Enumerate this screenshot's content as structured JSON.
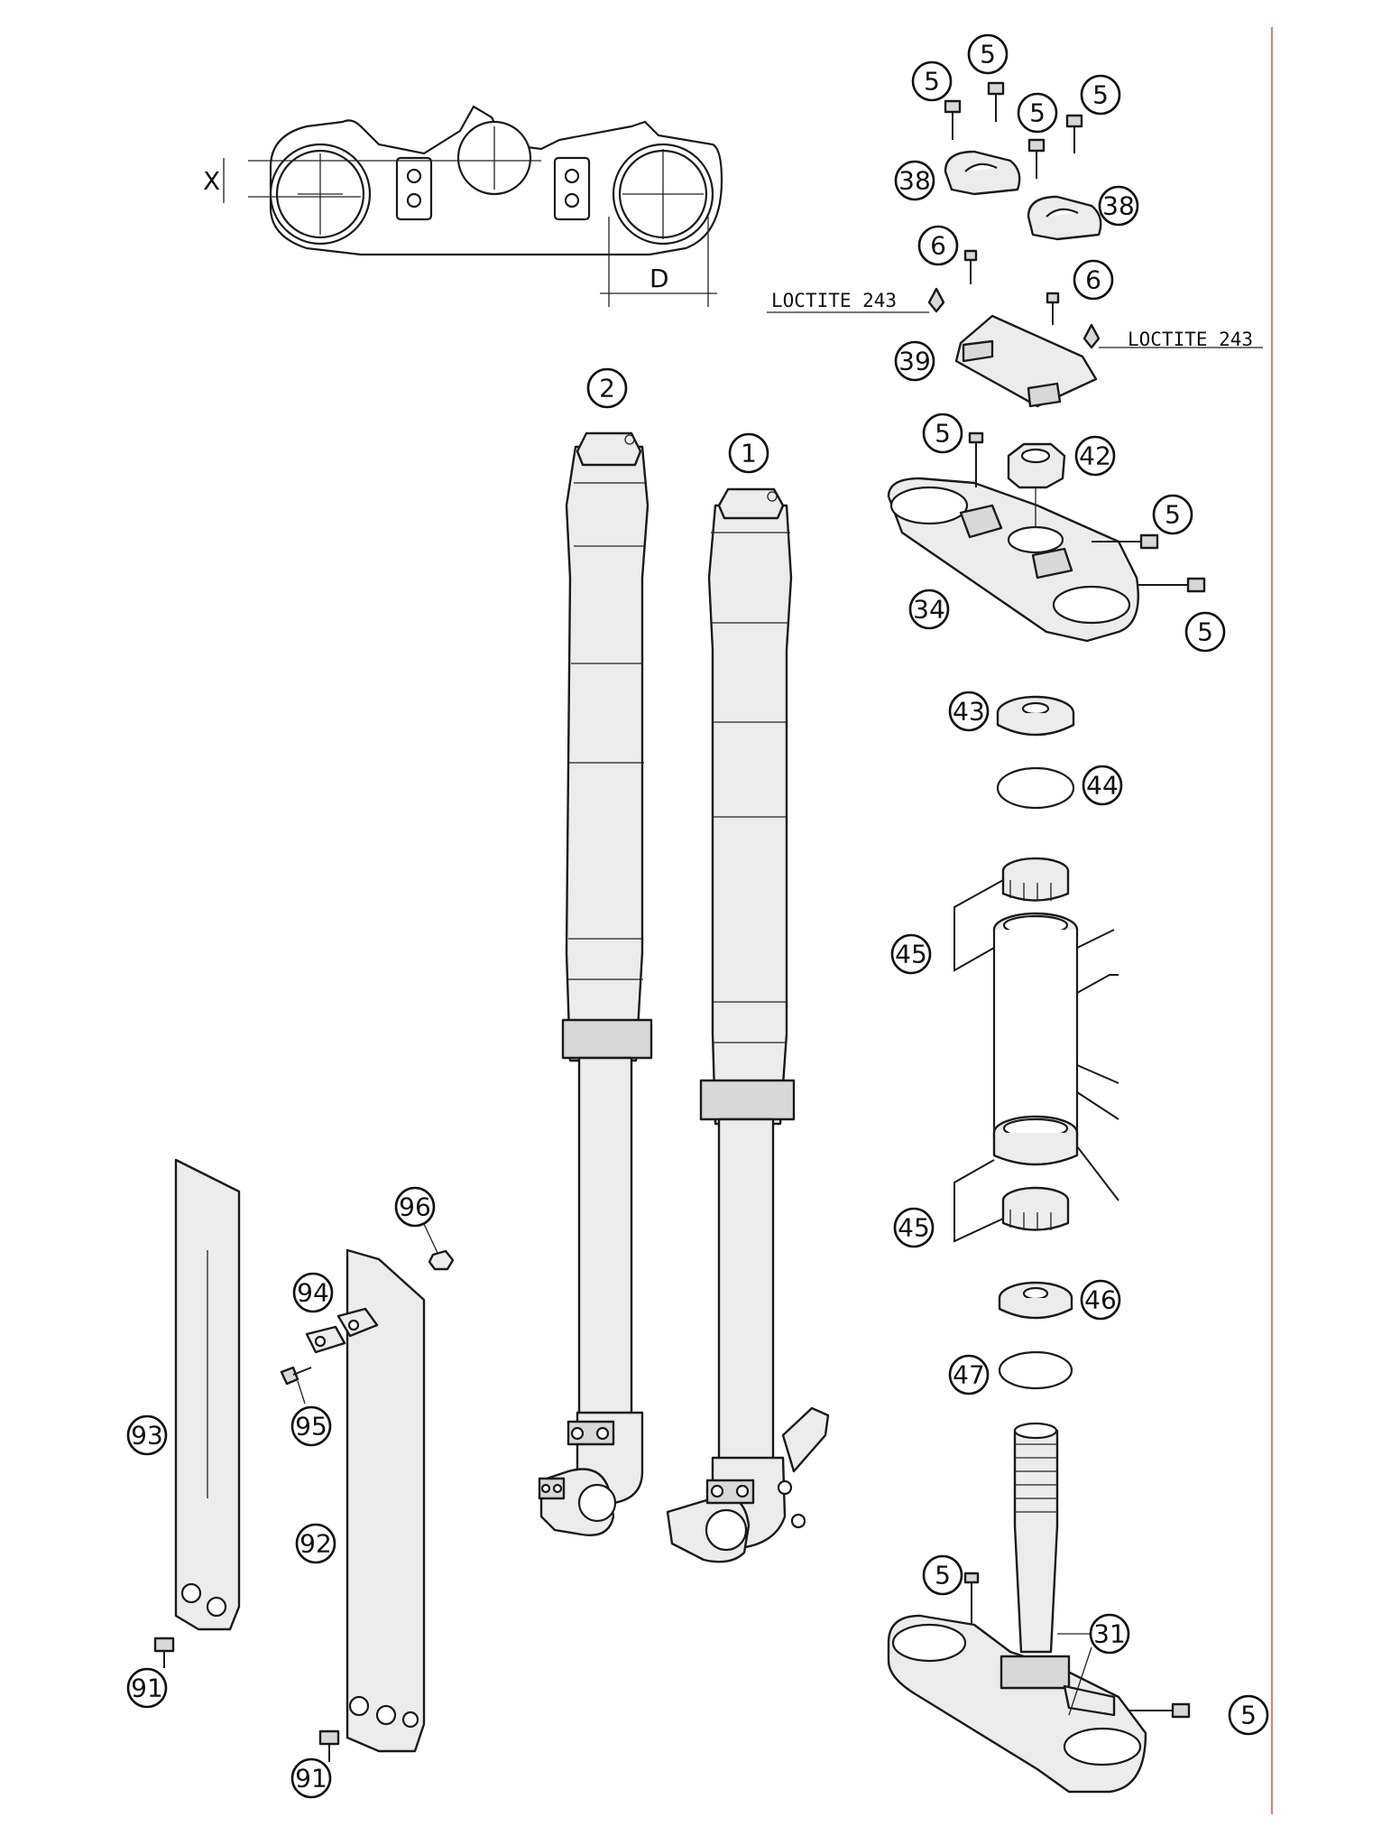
{
  "diagram": {
    "dimension_labels": {
      "x": "X",
      "d": "D"
    },
    "notes": {
      "loctite_left": "LOCTITE 243",
      "loctite_right": "LOCTITE 243"
    },
    "callouts": {
      "c1": "1",
      "c2": "2",
      "c5a": "5",
      "c5b": "5",
      "c5c": "5",
      "c5d": "5",
      "c5e": "5",
      "c5f": "5",
      "c5g": "5",
      "c5h": "5",
      "c5i": "5",
      "c6a": "6",
      "c6b": "6",
      "c31": "31",
      "c34": "34",
      "c38a": "38",
      "c38b": "38",
      "c39": "39",
      "c42": "42",
      "c43": "43",
      "c44": "44",
      "c45a": "45",
      "c45b": "45",
      "c46": "46",
      "c47": "47",
      "c91a": "91",
      "c91b": "91",
      "c92": "92",
      "c93": "93",
      "c94": "94",
      "c95": "95",
      "c96": "96"
    }
  }
}
